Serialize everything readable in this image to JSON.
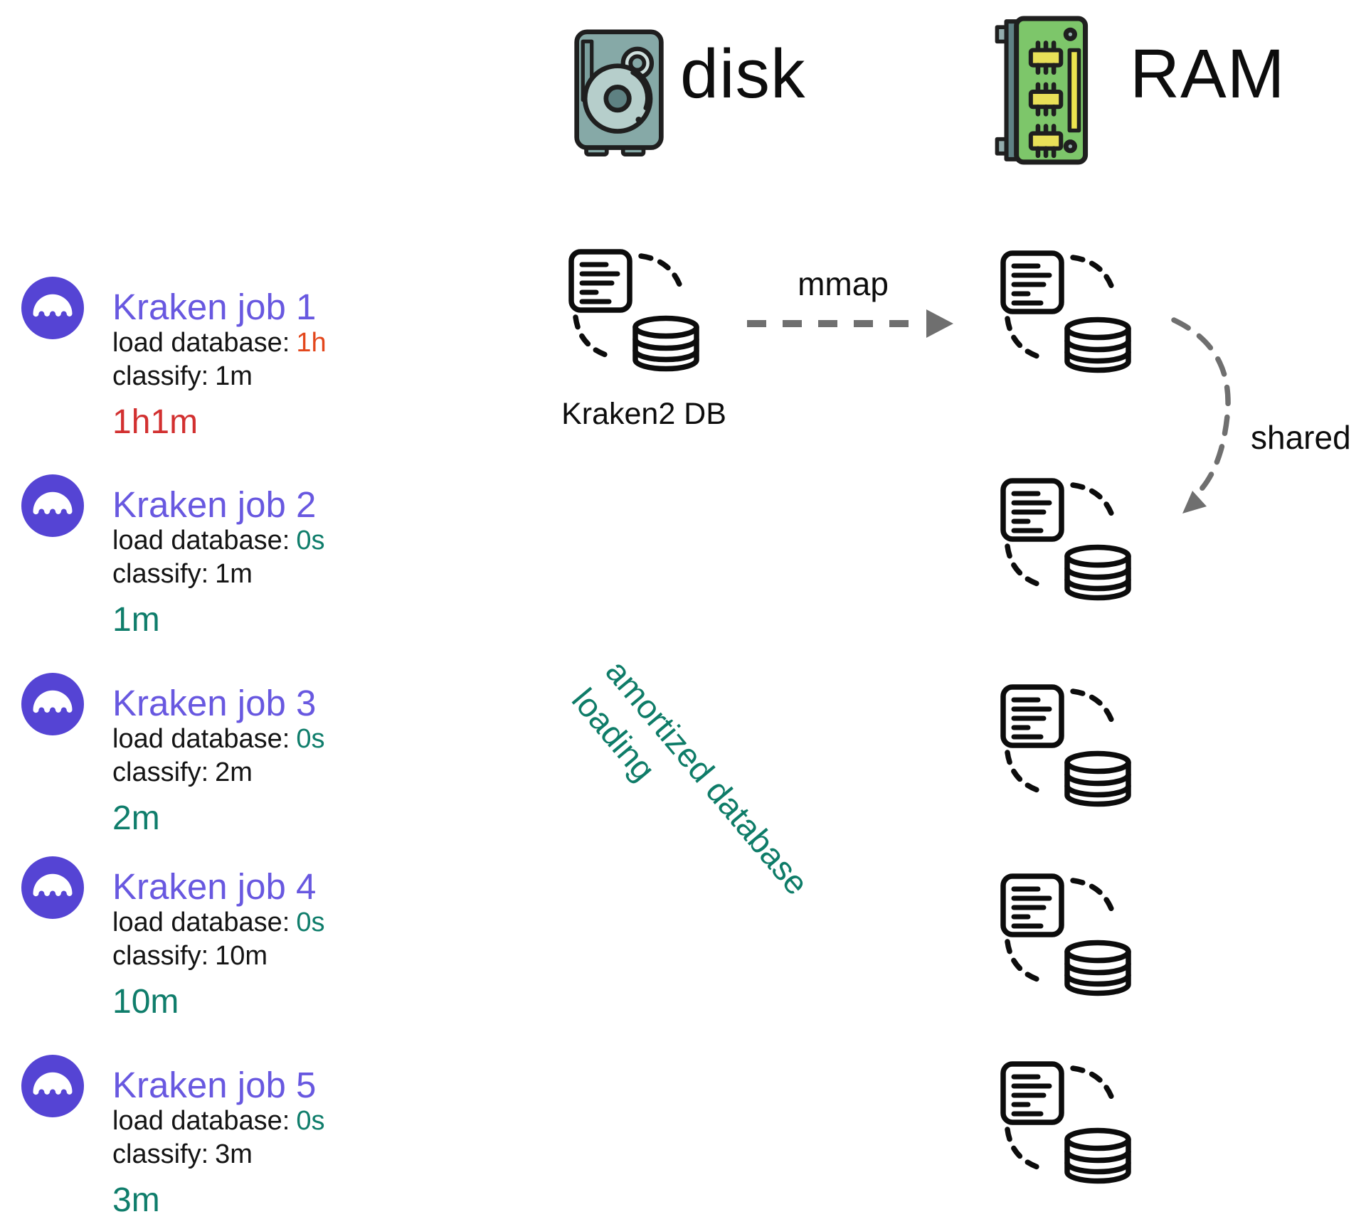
{
  "header": {
    "disk_label": "disk",
    "ram_label": "RAM"
  },
  "disk_column": {
    "db_caption": "Kraken2 DB"
  },
  "arrows": {
    "mmap_label": "mmap",
    "shared_label": "shared"
  },
  "annotation": {
    "line1": "amortized database",
    "line2": "loading"
  },
  "jobs": [
    {
      "title": "Kraken job 1",
      "load_label": "load database:",
      "load_value": "1h",
      "load_tone": "orange-red",
      "classify_label": "classify:",
      "classify_value": "1m",
      "classify_tone": "black",
      "total": "1h1m",
      "total_tone": "red"
    },
    {
      "title": "Kraken job 2",
      "load_label": "load database:",
      "load_value": "0s",
      "load_tone": "teal",
      "classify_label": "classify:",
      "classify_value": "1m",
      "classify_tone": "black",
      "total": "1m",
      "total_tone": "teal"
    },
    {
      "title": "Kraken job 3",
      "load_label": "load database:",
      "load_value": "0s",
      "load_tone": "teal",
      "classify_label": "classify:",
      "classify_value": "2m",
      "classify_tone": "black",
      "total": "2m",
      "total_tone": "teal"
    },
    {
      "title": "Kraken job 4",
      "load_label": "load database:",
      "load_value": "0s",
      "load_tone": "teal",
      "classify_label": "classify:",
      "classify_value": "10m",
      "classify_tone": "black",
      "total": "10m",
      "total_tone": "teal"
    },
    {
      "title": "Kraken job 5",
      "load_label": "load database:",
      "load_value": "0s",
      "load_tone": "teal",
      "classify_label": "classify:",
      "classify_value": "3m",
      "classify_tone": "black",
      "total": "3m",
      "total_tone": "teal"
    }
  ],
  "icons": {
    "kraken_logo": "kraken-logo-icon",
    "disk": "disk-drive-icon",
    "ram": "ram-module-icon",
    "document": "document-icon",
    "database": "database-icon"
  },
  "colors": {
    "kraken_purple": "#5544d4",
    "job_title_purple": "#6858e0",
    "slow_orange_red": "#e3471c",
    "total_red": "#d23030",
    "fast_teal": "#0f7d6b",
    "annotation_teal": "#0e7c68",
    "arrow_gray": "#6f6f6f"
  }
}
